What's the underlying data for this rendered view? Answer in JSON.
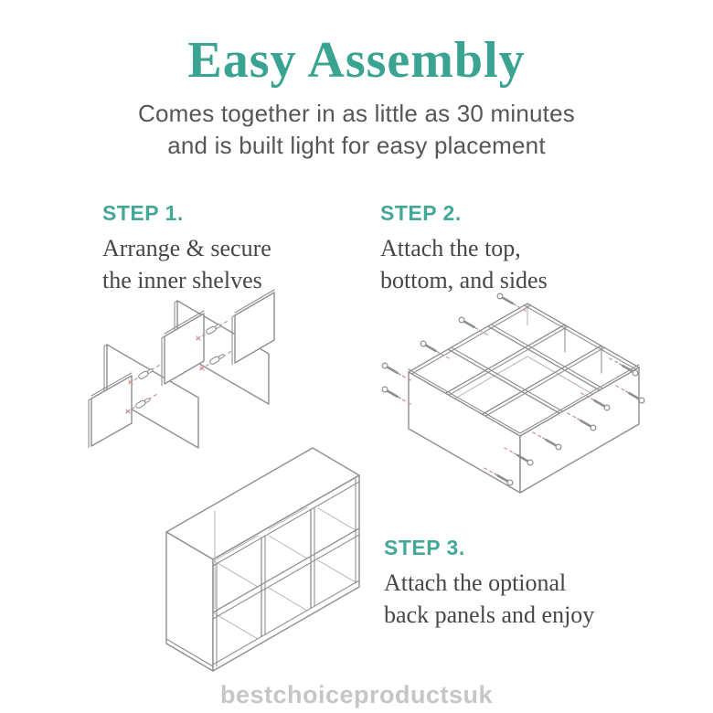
{
  "header": {
    "title": "Easy Assembly",
    "subtitle_line1": "Comes together in as little as 30 minutes",
    "subtitle_line2": "and is built light for easy placement"
  },
  "steps": [
    {
      "label": "STEP 1.",
      "line1": "Arrange & secure",
      "line2": "the inner shelves"
    },
    {
      "label": "STEP 2.",
      "line1": "Attach the top,",
      "line2": "bottom, and sides"
    },
    {
      "label": "STEP 3.",
      "line1": "Attach the optional",
      "line2": "back panels and enjoy"
    }
  ],
  "watermark": "bestchoiceproductsuk",
  "colors": {
    "accent_teal": "#3aa392",
    "step_teal": "#44a899",
    "text_gray": "#55565a",
    "serif_gray": "#47474a",
    "line_gray": "#8f8f8f",
    "light_line": "#b3b3b3",
    "screw_red": "#cf8d8d",
    "watermark_gray": "#c6c6c6",
    "background": "#ffffff"
  }
}
